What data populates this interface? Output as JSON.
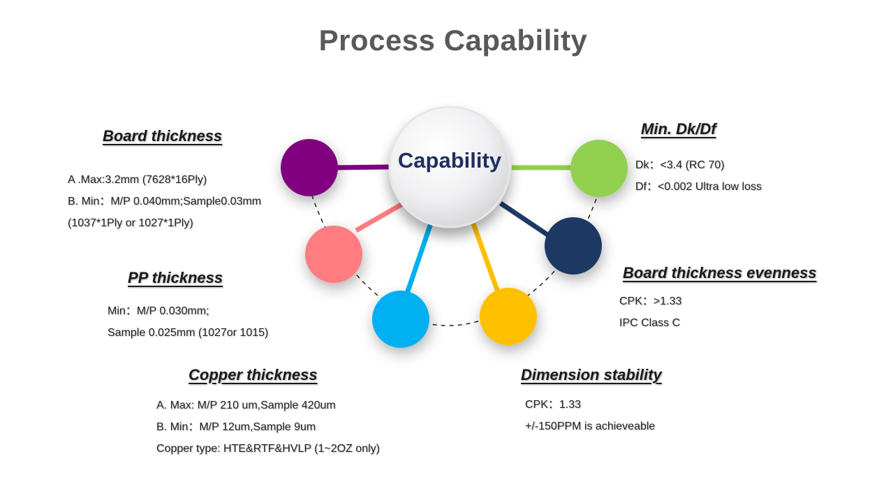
{
  "title": "Process Capability",
  "hub": {
    "label": "Capability"
  },
  "colors": {
    "purple": "#800080",
    "pink": "#ff7c80",
    "blue": "#00b0f0",
    "yellow": "#ffc000",
    "navy": "#1f3864",
    "green": "#92d050"
  },
  "sections": {
    "board_thickness": {
      "heading": "Board thickness",
      "lines": [
        "A .Max:3.2mm  (7628*16Ply)",
        "B. Min：M/P 0.040mm;Sample0.03mm",
        "(1037*1Ply or 1027*1Ply)"
      ]
    },
    "pp_thickness": {
      "heading": "PP thickness",
      "lines": [
        "Min：M/P 0.030mm;",
        "Sample 0.025mm (1027or 1015)"
      ]
    },
    "copper_thickness": {
      "heading": "Copper thickness",
      "lines": [
        "A. Max: M/P 210 um,Sample 420um",
        "B. Min：M/P 12um,Sample 9um",
        "Copper type: HTE&RTF&HVLP (1~2OZ only)"
      ]
    },
    "min_dk_df": {
      "heading": "Min. Dk/Df",
      "lines": [
        "Dk：<3.4 (RC 70)",
        "Df：<0.002  Ultra low loss"
      ]
    },
    "board_evenness": {
      "heading": "Board thickness evenness",
      "lines": [
        "CPK：>1.33",
        "IPC Class C"
      ]
    },
    "dimension_stability": {
      "heading": "Dimension stability",
      "lines": [
        "CPK：1.33",
        "+/-150PPM is achieveable"
      ]
    }
  }
}
